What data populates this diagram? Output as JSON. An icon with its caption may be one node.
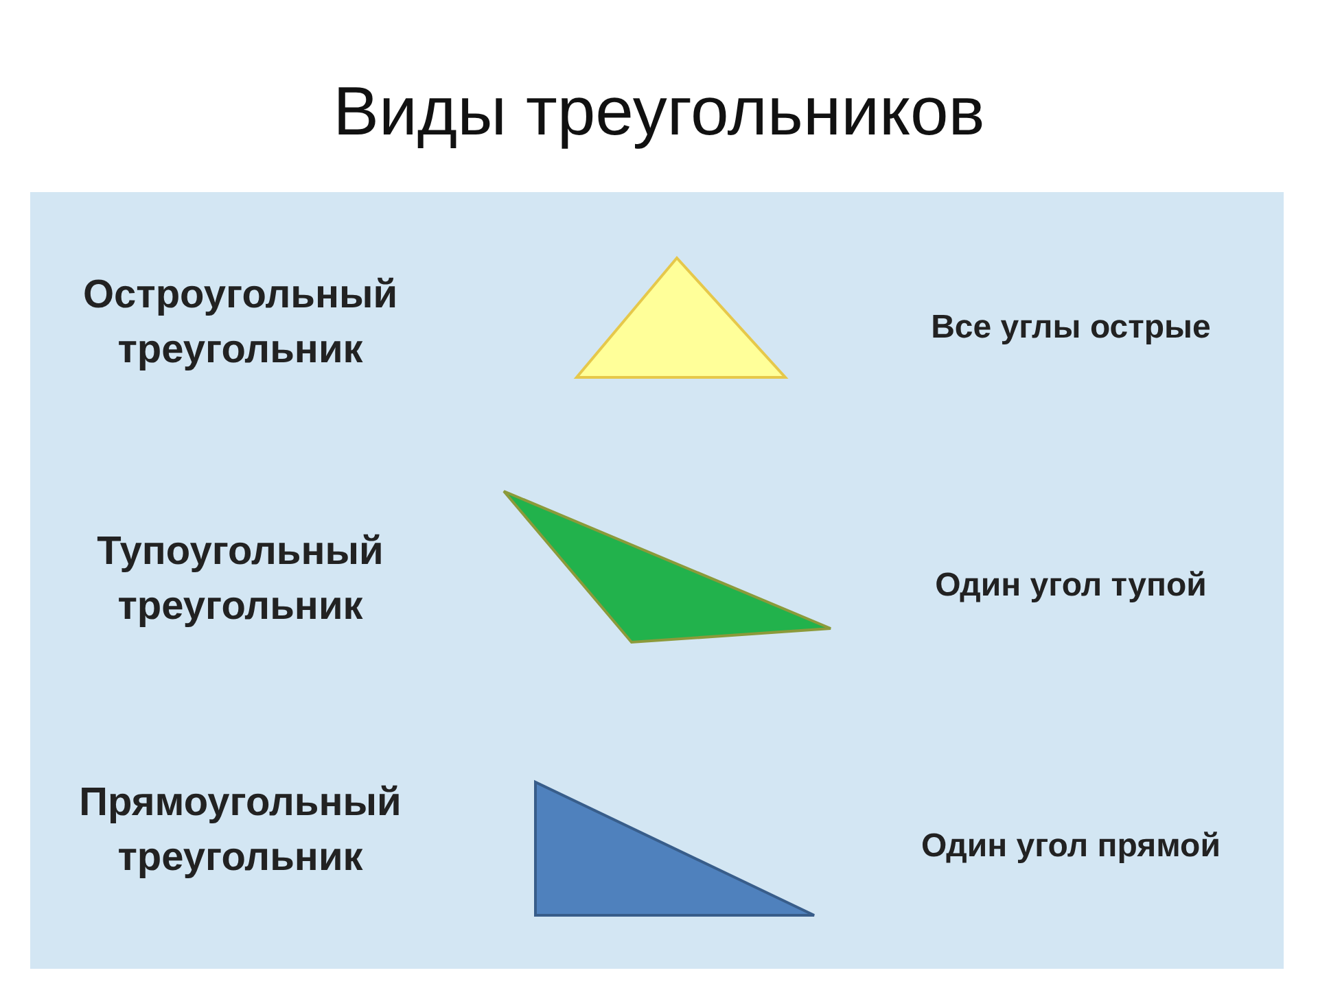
{
  "diagram": {
    "title": "Виды треугольников",
    "labels": [
      "Остроугольный треугольник",
      "Все углы острые",
      "Тупоугольный треугольник",
      "Один угол тупой",
      "Прямоугольный треугольник",
      "Один угол прямой"
    ]
  }
}
